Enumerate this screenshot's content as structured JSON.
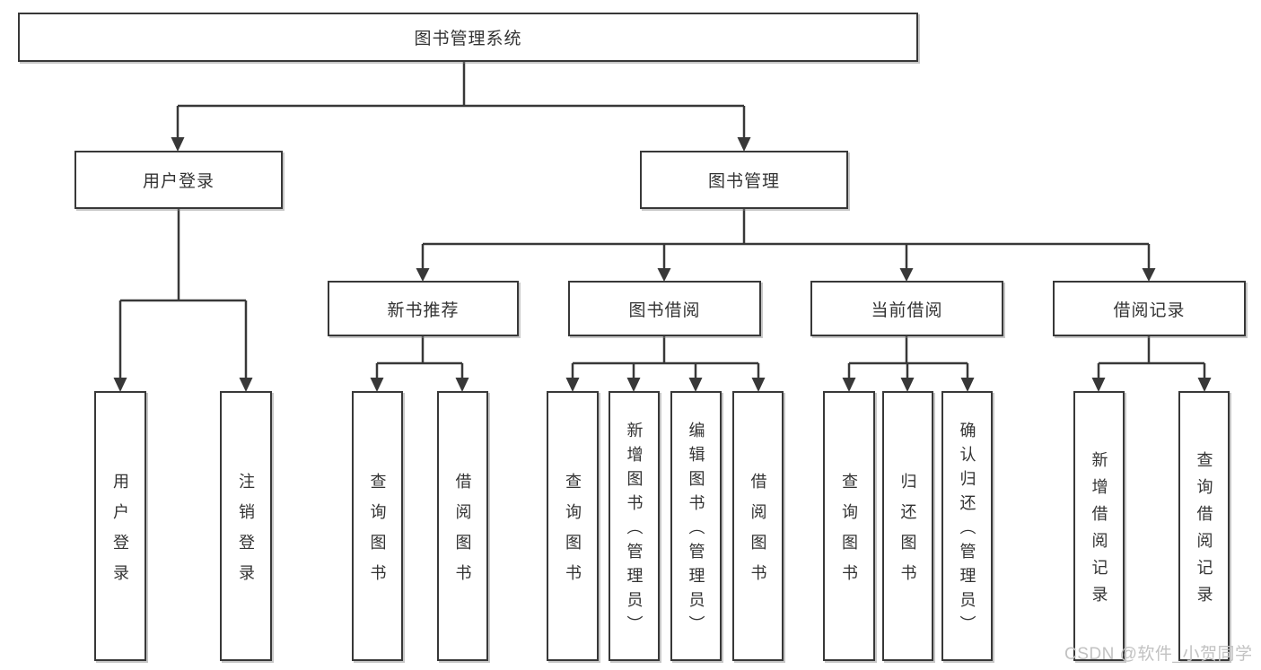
{
  "watermark": {
    "text": "CSDN @软件_小贺同学"
  },
  "tree": {
    "root": {
      "label": "图书管理系统"
    },
    "branches": {
      "user": {
        "label": "用户登录",
        "children": [
          {
            "label": "用户登录"
          },
          {
            "label": "注销登录"
          }
        ]
      },
      "books": {
        "label": "图书管理",
        "modules": [
          {
            "label": "新书推荐",
            "children": [
              {
                "label": "查询图书"
              },
              {
                "label": "借阅图书"
              }
            ]
          },
          {
            "label": "图书借阅",
            "children": [
              {
                "label": "查询图书"
              },
              {
                "label": "新增图书（管理员）"
              },
              {
                "label": "编辑图书（管理员）"
              },
              {
                "label": "借阅图书"
              }
            ]
          },
          {
            "label": "当前借阅",
            "children": [
              {
                "label": "查询图书"
              },
              {
                "label": "归还图书"
              },
              {
                "label": "确认归还（管理员）"
              }
            ]
          },
          {
            "label": "借阅记录",
            "children": [
              {
                "label": "新增借阅记录"
              },
              {
                "label": "查询借阅记录"
              }
            ]
          }
        ]
      }
    }
  }
}
